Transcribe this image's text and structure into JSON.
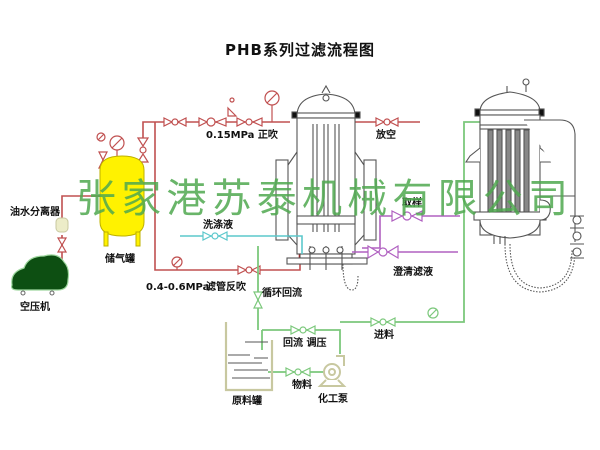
{
  "title": "PHB系列过滤流程图",
  "watermark": "张家港苏泰机械有限公司",
  "labels": {
    "separator": "油水分离器",
    "compressor": "空压机",
    "air_tank": "储气罐",
    "forward_blow": "0.15MPa 正吹",
    "vent": "放空",
    "wash_liquid": "洗涤液",
    "sampling": "取样",
    "clear_filtrate": "澄清滤液",
    "reverse_pressure": "0.4-0.6MPa",
    "tube_back_blow": "滤管反吹",
    "circulation_return": "循环回流",
    "return_regulate": "回流 调压",
    "feed": "进料",
    "material": "物料",
    "raw_tank": "原料罐",
    "chem_pump": "化工泵"
  },
  "colors": {
    "air_line": "#c05050",
    "wash_line": "#5cc8cc",
    "feed_line": "#7cc87c",
    "filtrate_line": "#b060c0",
    "tank_fill": "#fff200",
    "compressor_fill": "#0d4f12",
    "equipment": "#555555",
    "watermark": "#4fa84f"
  }
}
